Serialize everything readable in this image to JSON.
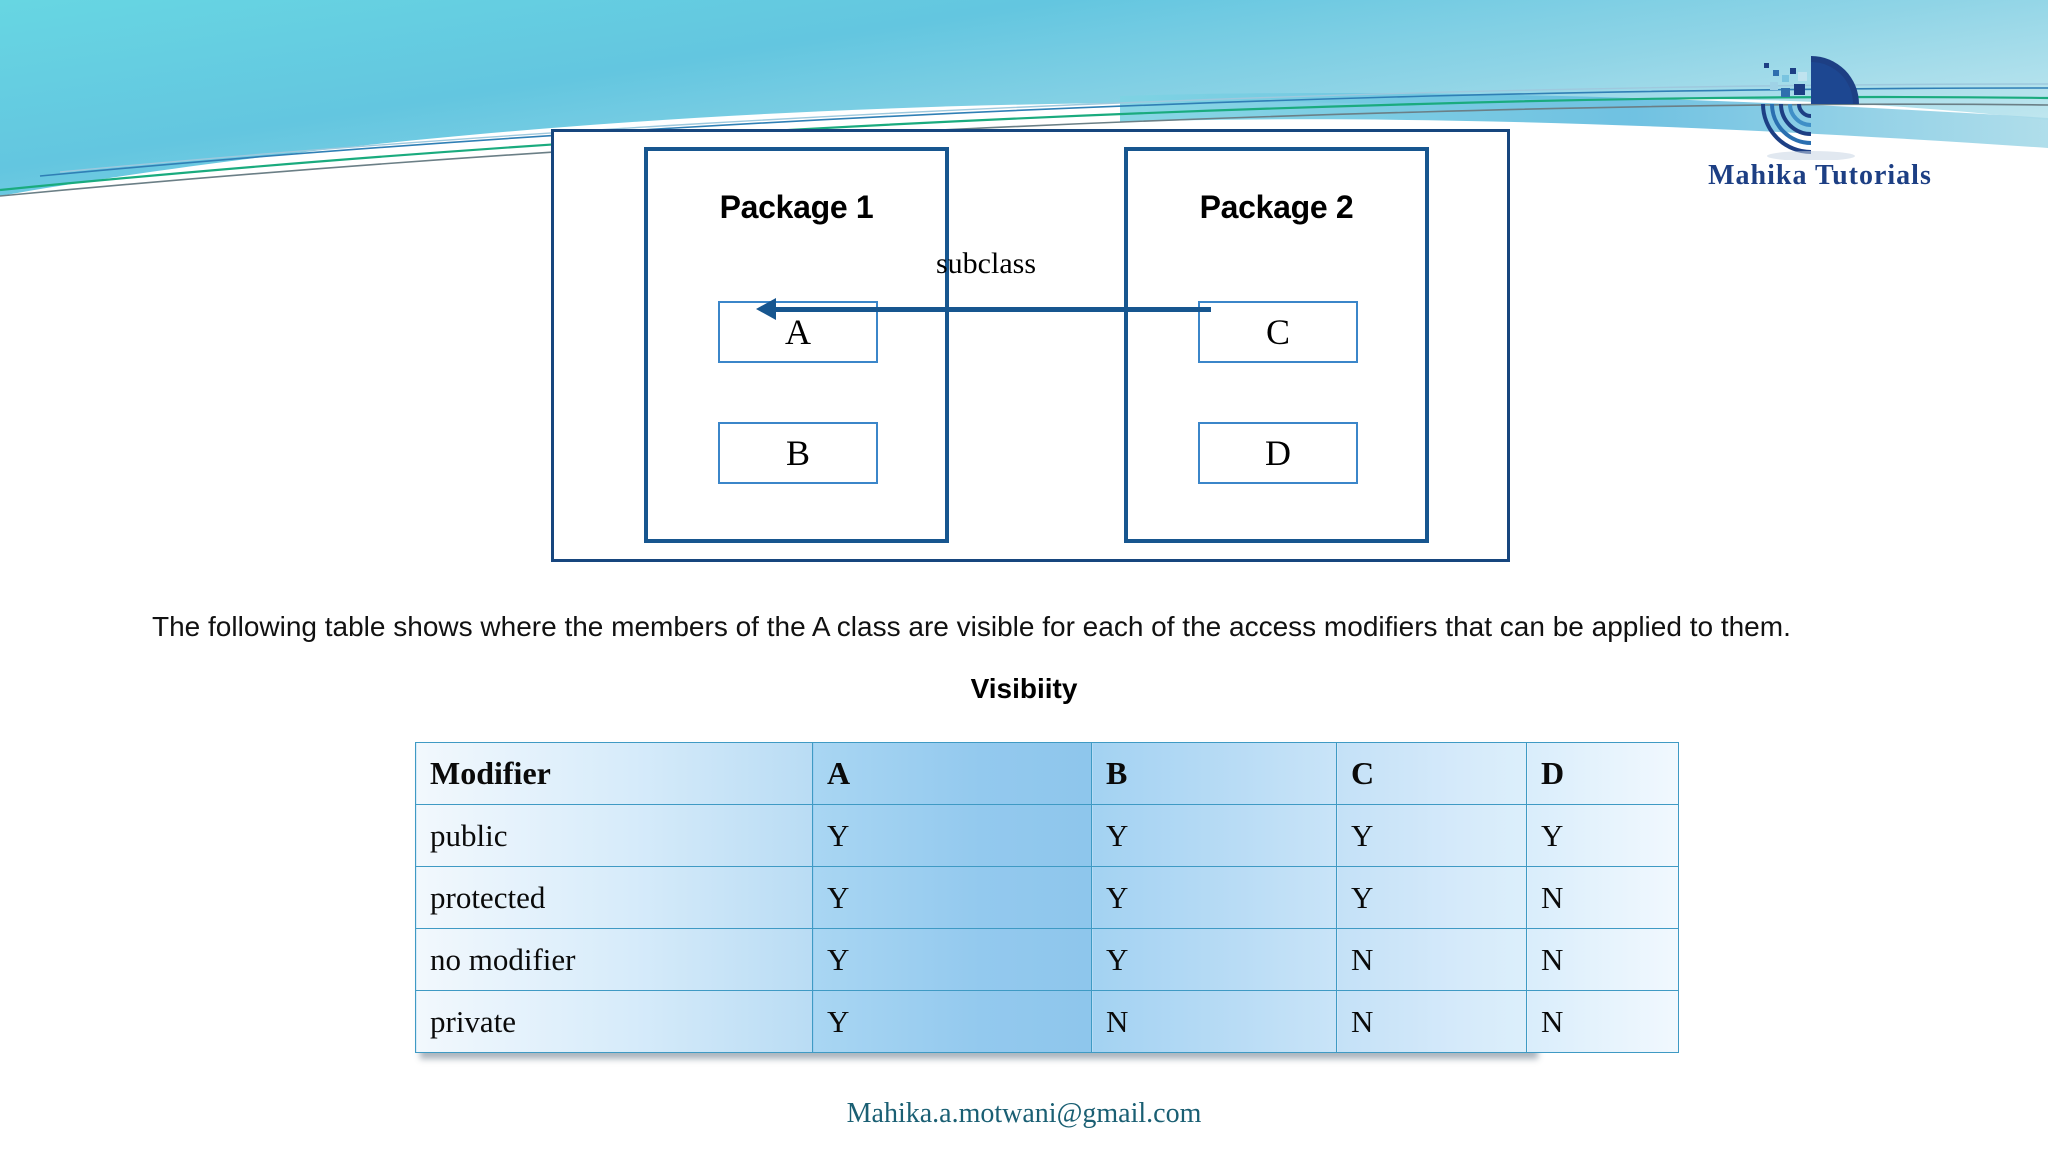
{
  "brand": {
    "logo_text": "Mahika  Tutorials",
    "logo_icon": "radar-circle-logo",
    "accent_navy": "#1d3f84",
    "accent_cyan": "#5ecfdd"
  },
  "diagram": {
    "outer_frame_name": "package-diagram-frame",
    "packages": [
      {
        "title": "Package 1",
        "classes": [
          "A",
          "B"
        ]
      },
      {
        "title": "Package 2",
        "classes": [
          "C",
          "D"
        ]
      }
    ],
    "relation": {
      "label": "subclass",
      "from": "C",
      "to": "A",
      "direction": "right-to-left",
      "line_color": "#17568f"
    }
  },
  "body": {
    "paragraph": "The following table shows where the members of the A class are visible for each of the access modifiers that can be applied to them."
  },
  "table": {
    "caption": "Visibiity",
    "headers": [
      "Modifier",
      "A",
      "B",
      "C",
      "D"
    ],
    "rows": [
      {
        "modifier": "public",
        "A": "Y",
        "B": "Y",
        "C": "Y",
        "D": "Y"
      },
      {
        "modifier": "protected",
        "A": "Y",
        "B": "Y",
        "C": "Y",
        "D": "N"
      },
      {
        "modifier": "no modifier",
        "A": "Y",
        "B": "Y",
        "C": "N",
        "D": "N"
      },
      {
        "modifier": "private",
        "A": "Y",
        "B": "N",
        "C": "N",
        "D": "N"
      }
    ]
  },
  "footer": {
    "email": "Mahika.a.motwani@gmail.com"
  }
}
